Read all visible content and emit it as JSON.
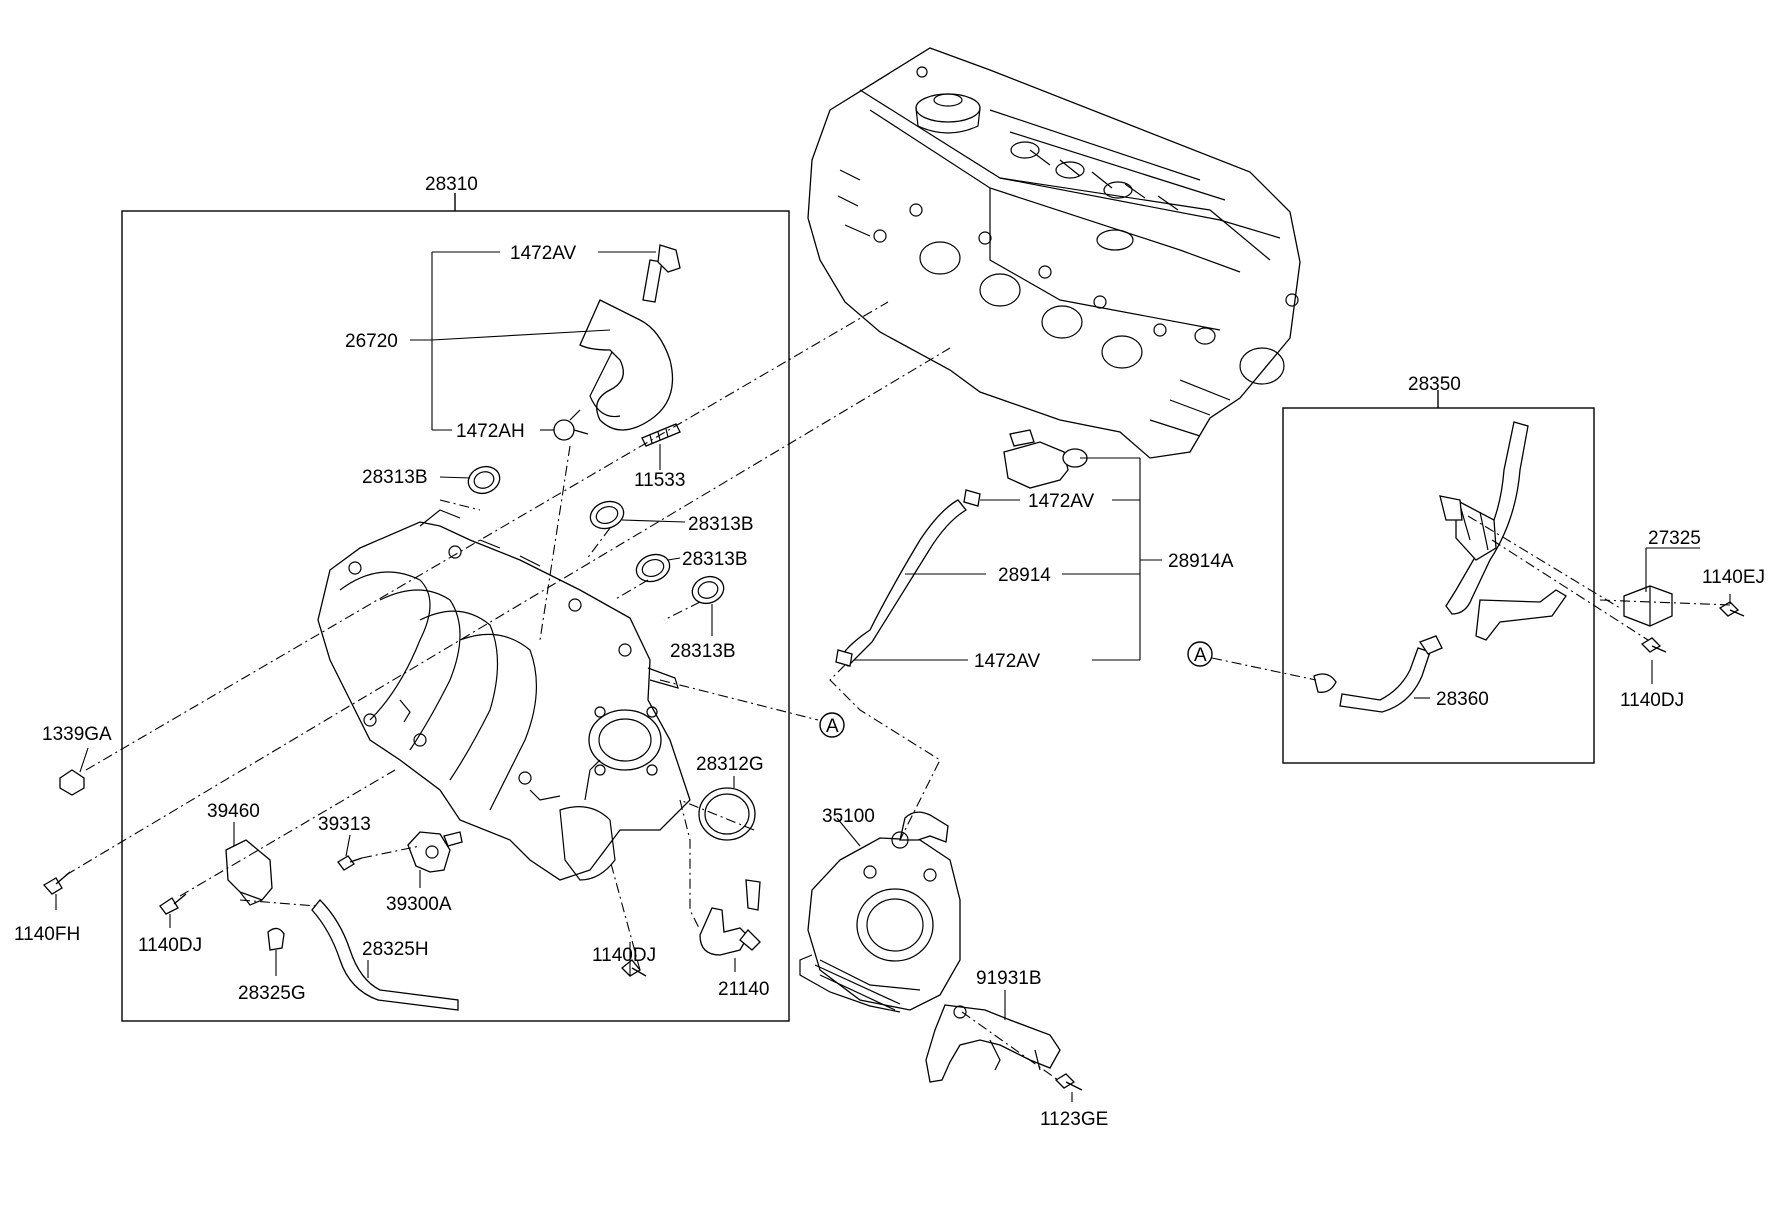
{
  "diagram": {
    "labels": {
      "p28310": "28310",
      "p1472AV_top": "1472AV",
      "p26720": "26720",
      "p1472AH": "1472AH",
      "p11533": "11533",
      "p28313B_1": "28313B",
      "p28313B_2": "28313B",
      "p28313B_3": "28313B",
      "p28313B_4": "28313B",
      "p1339GA": "1339GA",
      "p1140FH": "1140FH",
      "p39460": "39460",
      "p1140DJ_left": "1140DJ",
      "p39313": "39313",
      "p39300A": "39300A",
      "p28325G": "28325G",
      "p28325H": "28325H",
      "p1140DJ_mid": "1140DJ",
      "p21140": "21140",
      "p28312G": "28312G",
      "p35100": "35100",
      "p91931B": "91931B",
      "p1123GE": "1123GE",
      "p1472AV_mid1": "1472AV",
      "p28914": "28914",
      "p28914A": "28914A",
      "p1472AV_mid2": "1472AV",
      "pA_left": "A",
      "pA_right": "A",
      "p28350": "28350",
      "p28360": "28360",
      "p27325": "27325",
      "p1140EJ": "1140EJ",
      "p1140DJ_right": "1140DJ"
    }
  }
}
